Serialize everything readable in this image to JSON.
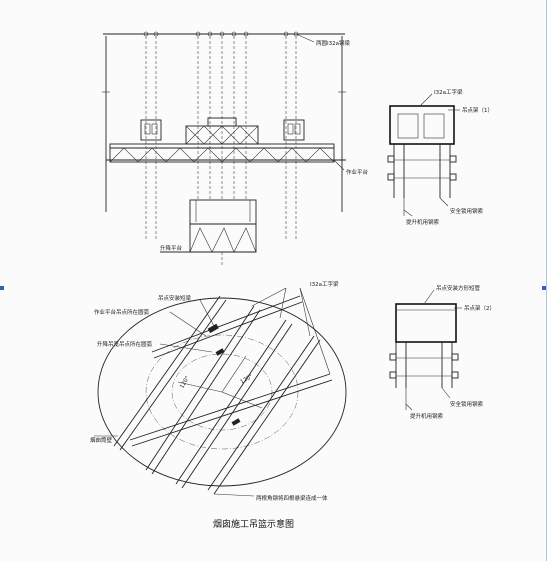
{
  "labels": {
    "elev_beam": "两圆I32a钢梁",
    "i32a_beam_top": "I32a工字梁",
    "lift_frame_1": "吊点架（1）",
    "work_platform": "作业平台",
    "safety_rope_1": "安全锁用钢索",
    "hoist_rope_1": "提升机用钢索",
    "lift_platform": "升降平台",
    "lift_plate_pipe": "吊点安装方形短管",
    "i32a_beam_plan": "I32a工字梁",
    "lift_short_beam": "吊点安装短梁",
    "work_lift_circle": "作业平台吊点所在圆弧",
    "cage_lift_circle": "升降吊笼吊点所在圆弧",
    "lift_frame_2": "吊点架（2）",
    "chimney_wall": "烟囱筒壁",
    "safety_rope_2": "安全锁用钢索",
    "hoist_rope_2": "提升机用钢索",
    "beam_note": "两根角钢将四根悬梁连成一体",
    "angle_left": "120°",
    "angle_right": "120°"
  },
  "caption": "烟囱施工吊篮示意图"
}
